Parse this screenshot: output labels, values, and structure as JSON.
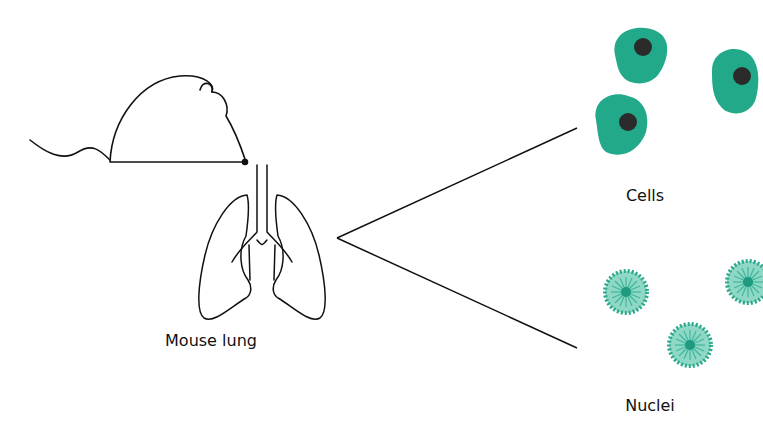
{
  "diagram": {
    "nodes": [
      {
        "text": [
          "Mouse lung"
        ]
      },
      {
        "text": [
          "Cells"
        ]
      },
      {
        "text": [
          "Nuclei"
        ]
      }
    ],
    "edges": [
      {
        "from": 0,
        "to": 1,
        "arrow": "none"
      },
      {
        "from": 0,
        "to": 2,
        "arrow": "none"
      }
    ]
  }
}
